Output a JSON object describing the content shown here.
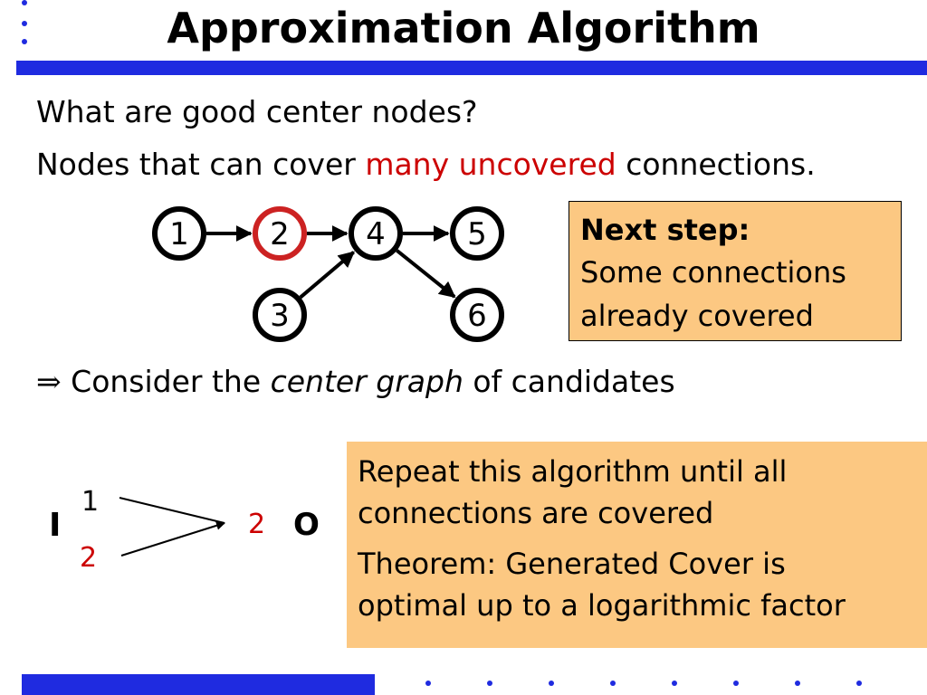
{
  "slide": {
    "title": "Approximation Algorithm",
    "question": "What are good center nodes?",
    "answer": {
      "before": "Nodes that can cover ",
      "highlight": "many uncovered",
      "after": " connections."
    },
    "consider": {
      "arrow": "⇒",
      "before": " Consider the ",
      "emphasis": "center graph",
      "after": " of candidates"
    }
  },
  "graph": {
    "nodes": [
      {
        "id": "1",
        "label": "1",
        "highlight": false
      },
      {
        "id": "2",
        "label": "2",
        "highlight": true
      },
      {
        "id": "4",
        "label": "4",
        "highlight": false
      },
      {
        "id": "5",
        "label": "5",
        "highlight": false
      },
      {
        "id": "3",
        "label": "3",
        "highlight": false
      },
      {
        "id": "6",
        "label": "6",
        "highlight": false
      }
    ],
    "edges": [
      {
        "from": "1",
        "to": "2"
      },
      {
        "from": "2",
        "to": "4"
      },
      {
        "from": "4",
        "to": "5"
      },
      {
        "from": "3",
        "to": "4"
      },
      {
        "from": "4",
        "to": "6"
      }
    ],
    "highlight_color": "#cc2222"
  },
  "next_step": {
    "heading": "Next step:",
    "line1": "Some connections",
    "line2": "already covered"
  },
  "repeat_box": {
    "para1_line1": "Repeat this algorithm until all",
    "para1_line2": "connections are covered",
    "para2_line1": "Theorem: Generated Cover is",
    "para2_line2": "optimal up to a logarithmic factor"
  },
  "center_graph": {
    "input_label": "I",
    "output_label": "O",
    "left_top": "1",
    "left_bottom": "2",
    "right": "2"
  },
  "colors": {
    "accent_blue": "#1f2be0",
    "box_fill": "#fcc882",
    "red": "#cc0000"
  }
}
